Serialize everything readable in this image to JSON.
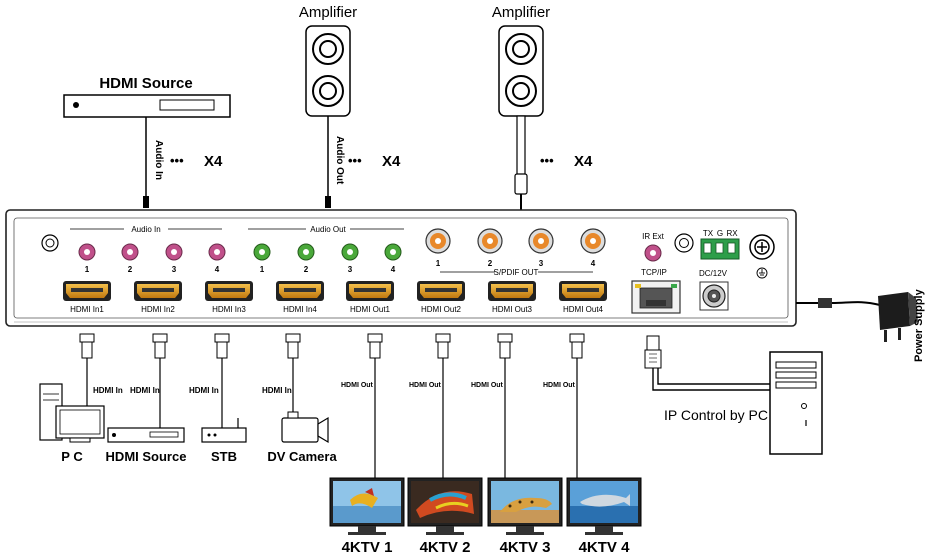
{
  "top": {
    "hdmi_source": "HDMI Source",
    "amp1": "Amplifier",
    "amp2": "Amplifier",
    "audio_in_cable": "Audio In",
    "audio_out_cable": "Audio Out",
    "x4_1": "X4",
    "x4_2": "X4",
    "x4_3": "X4",
    "dots": "•••"
  },
  "panel": {
    "audio_in_header": "Audio In",
    "audio_out_header": "Audio Out",
    "audio_in_nums": [
      "1",
      "2",
      "3",
      "4"
    ],
    "audio_out_nums": [
      "1",
      "2",
      "3",
      "4"
    ],
    "spdif_nums": [
      "1",
      "2",
      "3",
      "4"
    ],
    "spdif_label": "S/PDIF OUT",
    "ir_ext": "IR Ext",
    "tx": "TX",
    "g": "G",
    "rx": "RX",
    "tcpip": "TCP/IP",
    "dc": "DC/12V",
    "hdmi_ports": [
      "HDMI In1",
      "HDMI In2",
      "HDMI In3",
      "HDMI In4",
      "HDMI Out1",
      "HDMI Out2",
      "HDMI Out3",
      "HDMI Out4"
    ]
  },
  "bottom": {
    "cable_in": [
      "HDMI In",
      "HDMI In",
      "HDMI In",
      "HDMI In"
    ],
    "cable_out": [
      "HDMI Out",
      "HDMI Out",
      "HDMI Out",
      "HDMI Out"
    ],
    "devices": [
      "P C",
      "HDMI Source",
      "STB",
      "DV Camera"
    ],
    "tvs": [
      "4KTV 1",
      "4KTV 2",
      "4KTV 3",
      "4KTV 4"
    ],
    "ip_control": "IP Control by PC",
    "power_supply": "Power Supply"
  },
  "colors": {
    "audio_in": "#c0508a",
    "audio_out": "#4aa83a",
    "spdif": "#e8882a",
    "hdmi_gold": "#e8a020",
    "terminal": "#2e9e4a",
    "panel_line": "#333333"
  }
}
